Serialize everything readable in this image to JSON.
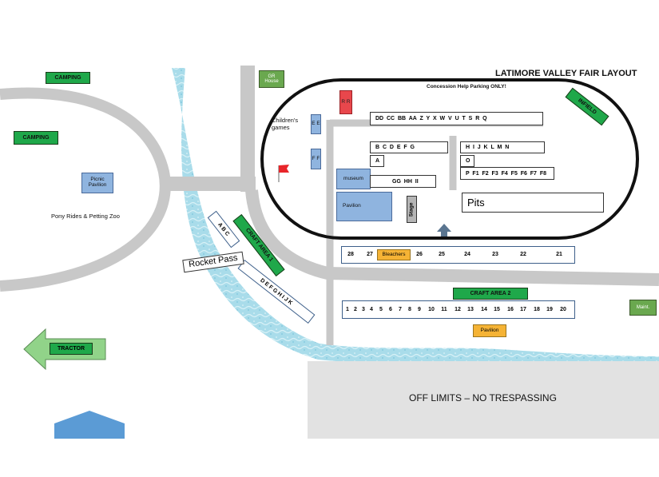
{
  "title": "LATIMORE VALLEY FAIR LAYOUT",
  "concession_note": "Concession Help Parking ONLY!",
  "labels": {
    "camping_top": "CAMPING",
    "camping_left": "CAMPING",
    "gr_house": "GR House",
    "childrens_games": "Children's games",
    "rr": "R R",
    "ee": "E E",
    "ff": "F F",
    "infield": "INFIELD",
    "picnic_pavilion": "Picnic Pavilion",
    "pony_rides": "Pony Rides & Petting Zoo",
    "museum": "museum",
    "pavilion_infield": "Pavilion",
    "stage": "Stage",
    "pits": "Pits",
    "craft_area_1": "CRAFT AREA 1",
    "craft_area_2": "CRAFT AREA 2",
    "rocket_pass": "Rocket Pass",
    "abc": "A B C",
    "defghijk": "D E F G H I J K",
    "bleachers": "Bleachers",
    "pavilion_bottom": "Pavilion",
    "maint": "Maint.",
    "tractor": "TRACTOR",
    "off_limits": "OFF LIMITS – NO TRESPASSING"
  },
  "rows": {
    "dd_row": "DD  CC  BB  AA  Z  Y  X  W  V  U  T  S  R  Q",
    "b_row": "B  C  D  E  F  G",
    "a_box": "A",
    "h_row": "H  I  J  K  L  M  N",
    "o_box": "O",
    "p_row": "P  F1  F2  F3  F4  F5  F6  F7  F8",
    "gg_row": "GG  HH  II",
    "upper_numbers": [
      "28",
      "27",
      "26",
      "25",
      "24",
      "23",
      "22",
      "21"
    ],
    "lower_numbers": [
      "1",
      "2",
      "3",
      "4",
      "5",
      "6",
      "7",
      "8",
      "9",
      "10",
      "11",
      "12",
      "13",
      "14",
      "15",
      "16",
      "17",
      "18",
      "19",
      "20"
    ]
  },
  "colors": {
    "water": "#a9dcea",
    "road": "#c8c8c8",
    "track": "#111111",
    "green_box": "#1fa84a",
    "blue_box": "#8fb4df",
    "bleachers": "#f5b335",
    "flag": "#e8252a"
  }
}
